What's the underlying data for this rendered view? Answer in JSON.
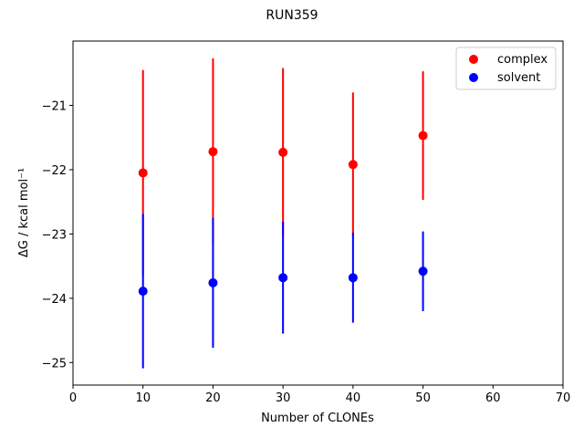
{
  "chart_data": {
    "type": "scatter",
    "title": "RUN359",
    "xlabel": "Number of CLONEs",
    "ylabel": "ΔG / kcal mol⁻¹",
    "xlim": [
      0,
      70
    ],
    "ylim": [
      -25.35,
      -20.0
    ],
    "xticks": [
      0,
      10,
      20,
      30,
      40,
      50,
      60,
      70
    ],
    "yticks": [
      -25,
      -24,
      -23,
      -22,
      -21
    ],
    "ytick_labels": [
      "−25",
      "−24",
      "−23",
      "−22",
      "−21"
    ],
    "grid": false,
    "legend": "top-right",
    "series": [
      {
        "name": "complex",
        "color": "#ff0000",
        "x": [
          10,
          20,
          30,
          40,
          50
        ],
        "y": [
          -22.05,
          -21.72,
          -21.73,
          -21.92,
          -21.47
        ],
        "err": [
          1.6,
          1.45,
          1.31,
          1.12,
          1.0
        ]
      },
      {
        "name": "solvent",
        "color": "#0000ff",
        "x": [
          10,
          20,
          30,
          40,
          50
        ],
        "y": [
          -23.89,
          -23.76,
          -23.68,
          -23.68,
          -23.58
        ],
        "err": [
          1.2,
          1.01,
          0.87,
          0.7,
          0.62
        ]
      }
    ]
  }
}
